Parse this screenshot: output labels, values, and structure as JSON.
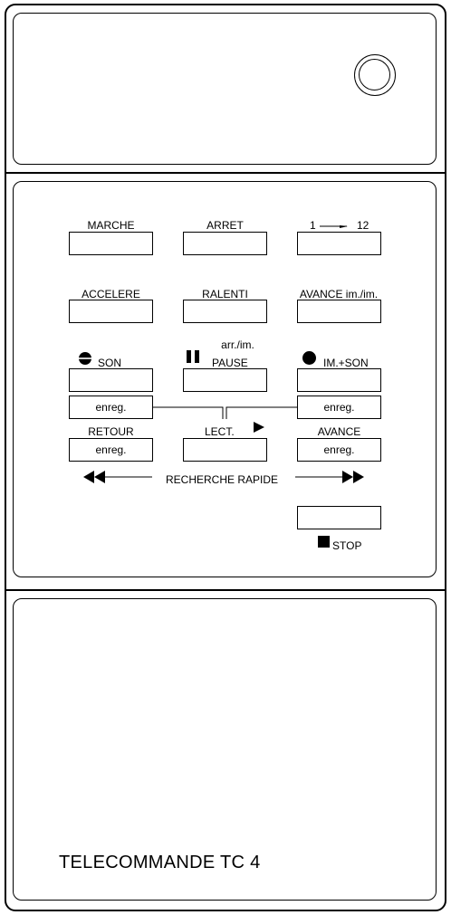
{
  "labels": {
    "marche": "MARCHE",
    "arret": "ARRET",
    "channel_from": "1",
    "channel_to": "12",
    "accelere": "ACCELERE",
    "ralenti": "RALENTI",
    "avance_im": "AVANCE im./im.",
    "arr_im": "arr./im.",
    "son": "SON",
    "pause": "PAUSE",
    "im_son": "IM.+SON",
    "enreg": "enreg.",
    "retour": "RETOUR",
    "lect": "LECT.",
    "avance": "AVANCE",
    "recherche_rapide": "RECHERCHE RAPIDE",
    "stop": "STOP"
  },
  "title": "TELECOMMANDE TC 4"
}
